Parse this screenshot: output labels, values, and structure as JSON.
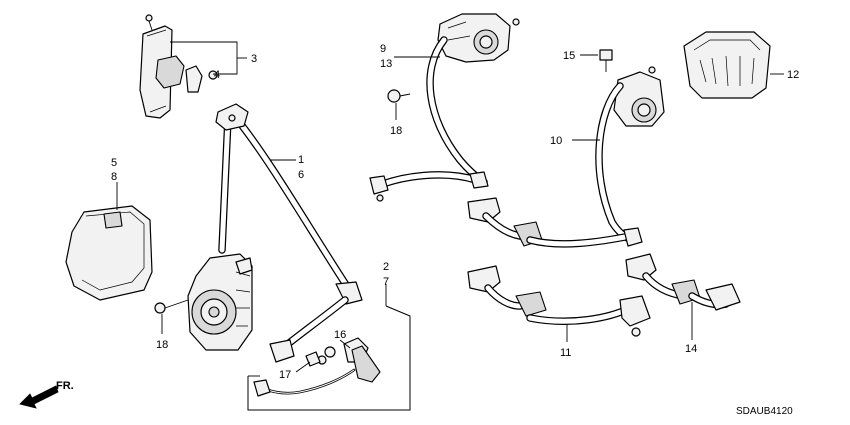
{
  "callouts": {
    "c1": "1",
    "c2": "2",
    "c3": "3",
    "c4": "4",
    "c5": "5",
    "c6": "6",
    "c7": "7",
    "c8": "8",
    "c9": "9",
    "c10": "10",
    "c11": "11",
    "c12": "12",
    "c13": "13",
    "c14": "14",
    "c15": "15",
    "c16": "16",
    "c17": "17",
    "c18a": "18",
    "c18b": "18"
  },
  "direction_label": "FR.",
  "diagram_code": "SDAUB4120"
}
